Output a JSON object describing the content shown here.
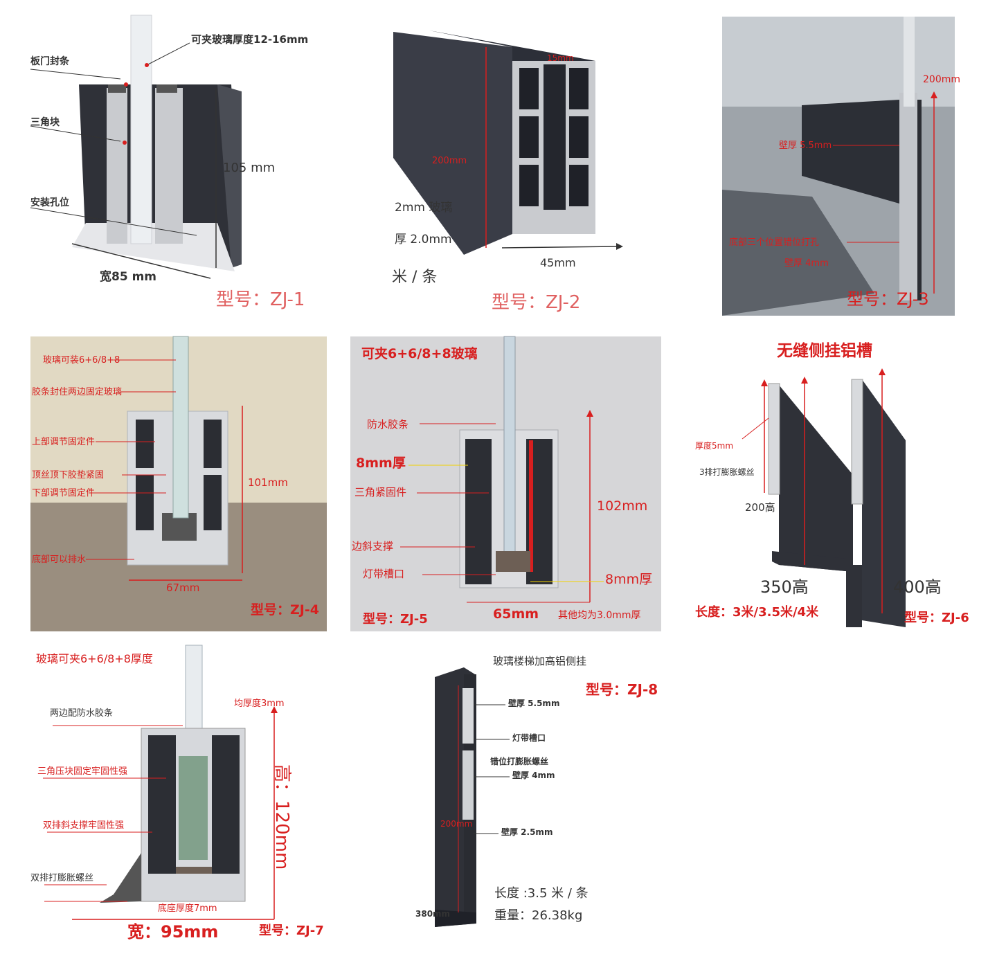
{
  "colors": {
    "accent_red": "#d81f1f",
    "profile_dark": "#2f3138",
    "aluminum": "#c9cbcf"
  },
  "p1": {
    "glass": "可夹玻璃厚度12-16mm",
    "seal": "板门封条",
    "triangle": "三角块",
    "hole": "安装孔位",
    "height": "105 mm",
    "width": "宽85 mm",
    "model": "型号：ZJ-1"
  },
  "p2": {
    "top": "15mm",
    "height": "200mm",
    "glass": "2mm 玻璃",
    "thick": "厚 2.0mm",
    "length": "米 / 条",
    "width": "45mm",
    "model": "型号：ZJ-2"
  },
  "p3": {
    "height": "200mm",
    "wall": "壁厚 5.5mm",
    "holes": "底部三个位置错位打孔",
    "wall2": "壁厚 4mm",
    "model": "型号：ZJ-3"
  },
  "p4": {
    "l1": "玻璃可装6+6/8+8",
    "l2": "胶条封住两边固定玻璃",
    "l3": "上部调节固定件",
    "l4": "顶丝顶下胶垫紧固",
    "l5": "下部调节固定件",
    "l6": "底部可以排水",
    "height": "101mm",
    "width": "67mm",
    "model": "型号：ZJ-4"
  },
  "p5": {
    "title": "可夹6+6/8+8玻璃",
    "l1": "防水胶条",
    "l2": "8mm厚",
    "l3": "三角紧固件",
    "l4": "边斜支撑",
    "l5": "灯带槽口",
    "height": "102mm",
    "right": "8mm厚",
    "width": "65mm",
    "other": "其他均为3.0mm厚",
    "model": "型号：ZJ-5"
  },
  "p6": {
    "title": "无缝侧挂铝槽",
    "l1": "厚度5mm",
    "l2": "3排打膨胀螺丝",
    "h200": "200高",
    "h350": "350高",
    "h400": "400高",
    "length": "长度：3米/3.5米/4米",
    "model": "型号：ZJ-6"
  },
  "p7": {
    "title": "玻璃可夹6+6/8+8厚度",
    "l1": "两边配防水胶条",
    "l2": "三角压块固定牢固性强",
    "l3": "双排斜支撑牢固性强",
    "l4": "双排打膨胀螺丝",
    "l5": "底座厚度7mm",
    "top": "均厚度3mm",
    "height": "高：120mm",
    "width": "宽：95mm",
    "model": "型号：ZJ-7"
  },
  "p8": {
    "title": "玻璃楼梯加高铝侧挂",
    "model": "型号：ZJ-8",
    "l1": "壁厚 5.5mm",
    "l2": "灯带槽口",
    "l3": "错位打膨胀螺丝",
    "l4": "壁厚 4mm",
    "l5": "壁厚 2.5mm",
    "h": "200mm",
    "bottom": "380mm",
    "length": "长度 :3.5 米 / 条",
    "weight": "重量：26.38kg"
  }
}
